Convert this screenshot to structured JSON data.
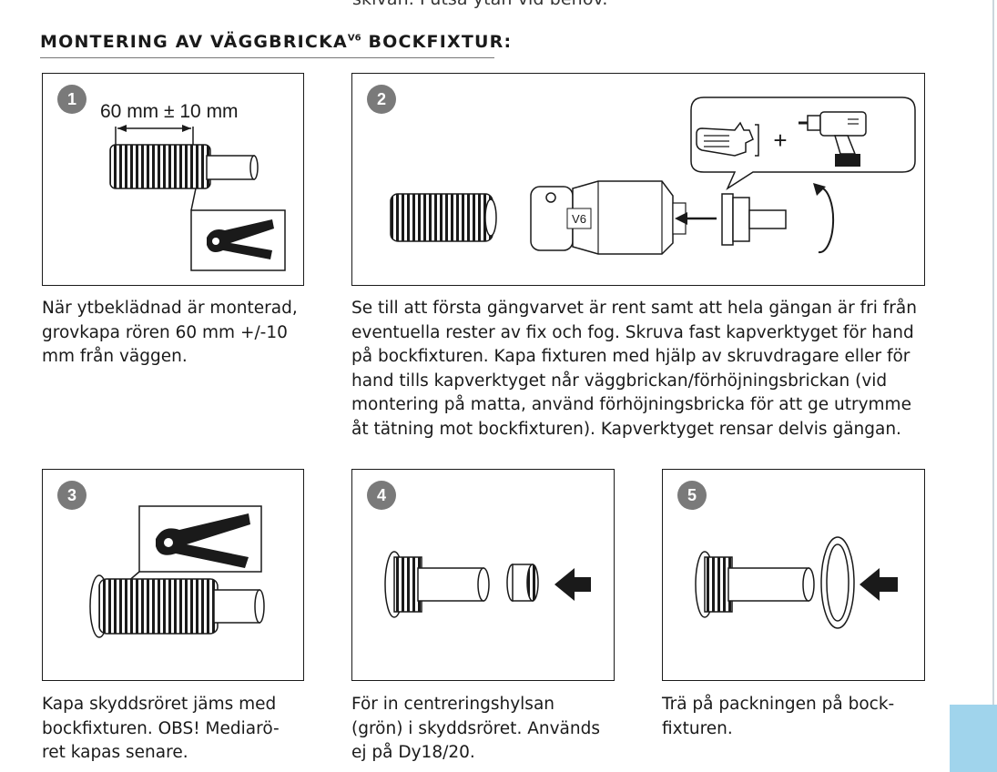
{
  "page": {
    "top_fragment": "skivan. Putsa ytan vid behov.",
    "heading": {
      "main": "MONTERING AV VÄGGBRICKA",
      "superscript": "V6",
      "rest": " BOCKFIXTUR:"
    },
    "accent_color": "#a0d4ec"
  },
  "steps": [
    {
      "number": "1",
      "measurement": "60 mm ± 10 mm",
      "icons": [
        "pipe-icon",
        "pipe-cutter-icon"
      ],
      "caption": "När ytbeklädnad är monterad,\ngrovkapa rören 60 mm +/-10\nmm från väggen."
    },
    {
      "number": "2",
      "fixture_label": "V6",
      "plus_sign": "+",
      "icons": [
        "pipe-icon",
        "bock-fixture-icon",
        "cutting-tool-icon",
        "hand-icon",
        "drill-icon",
        "rotate-icon"
      ],
      "caption": "Se till att första gängvarvet är rent samt att hela gängan är fri från\neventuella rester av fix och fog. Skruva fast kapverktyget för hand\npå bockfixturen. Kapa fixturen med hjälp av skruvdragare eller för\nhand tills kapverktyget når väggbrickan/förhöjningsbrickan (vid\nmontering på matta, använd förhöjningsbricka för att ge utrymme\nåt tätning mot bockfixturen). Kapverktyget rensar delvis gängan."
    },
    {
      "number": "3",
      "icons": [
        "pipe-icon",
        "pipe-cutter-icon"
      ],
      "caption": "Kapa skyddsröret jäms med\nbockfixturen. OBS! Mediarö-\nret kapas senare."
    },
    {
      "number": "4",
      "icons": [
        "pipe-icon",
        "centering-sleeve-icon",
        "arrow-left-icon"
      ],
      "caption": "För in centreringshylsan\n(grön) i skyddsröret. Används\nej på Dy18/20."
    },
    {
      "number": "5",
      "icons": [
        "pipe-icon",
        "gasket-icon",
        "arrow-left-icon"
      ],
      "caption": "Trä på packningen på bock-\nfixturen."
    }
  ]
}
